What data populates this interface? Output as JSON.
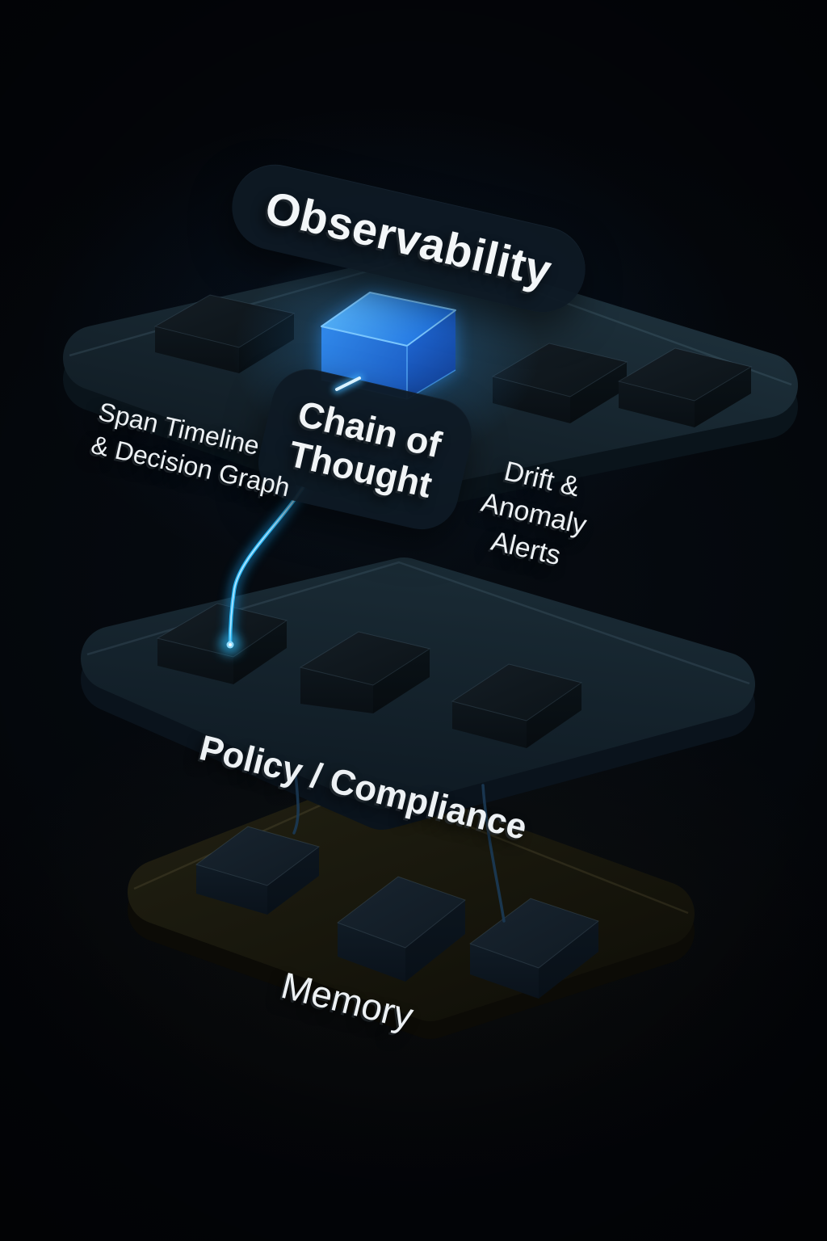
{
  "scene": {
    "top_layer": {
      "title": "Observability",
      "left_blocks_label": "Span Timeline\n& Decision Graph",
      "highlight_label": "Chain of\nThought",
      "right_blocks_label": "Drift &\nAnomaly\nAlerts"
    },
    "middle_layer": {
      "label": "Policy / Compliance"
    },
    "bottom_layer": {
      "label": "Memory"
    }
  },
  "colors": {
    "background": "#030509",
    "platform_teal": "#16262f",
    "memory_olive": "#1b1a0e",
    "accent_blue": "#2e8ef0",
    "glow_cyan": "#2fc0ff",
    "pill_background": "#0e1924",
    "text": "#edf1f4"
  }
}
